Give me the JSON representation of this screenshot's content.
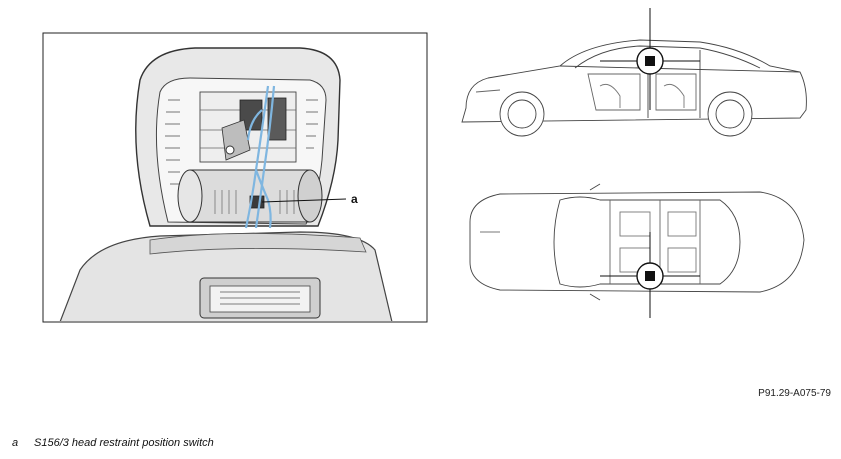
{
  "detail_view": {
    "callout_letter": "a"
  },
  "document_id": "P91.29-A075-79",
  "legend": [
    {
      "key": "a",
      "text": "S156/3 head restraint position switch"
    }
  ],
  "colors": {
    "harness": "#7fb6e0",
    "line": "#333333",
    "seat_fill": "#e4e4e4"
  }
}
